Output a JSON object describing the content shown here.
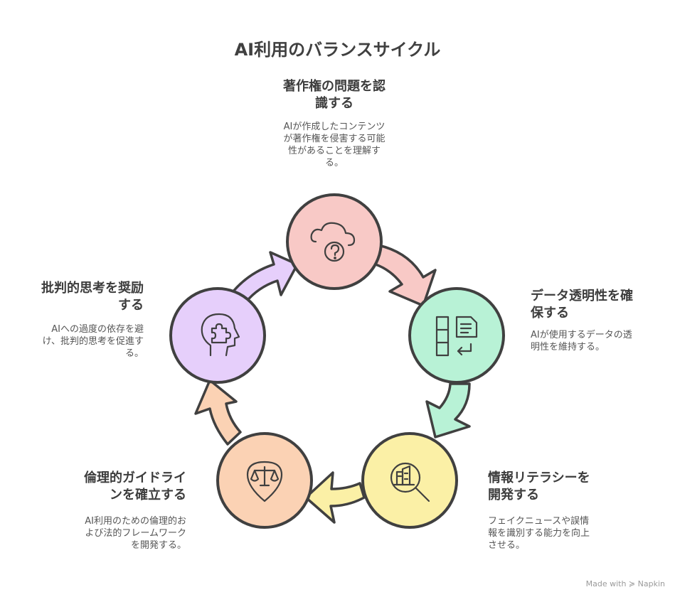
{
  "title": "AI利用のバランスサイクル",
  "steps": [
    {
      "title_lines": [
        "著作権の問題を認",
        "識する"
      ],
      "desc_lines": [
        "AIが作成したコンテンツ",
        "が著作権を侵害する可能",
        "性があることを理解す",
        "る。"
      ],
      "icon": "cloud-question-icon",
      "color": "#f8c9c6"
    },
    {
      "title_lines": [
        "データ透明性を確",
        "保する"
      ],
      "desc_lines": [
        "AIが使用するデータの透",
        "明性を維持する。"
      ],
      "icon": "document-layout-icon",
      "color": "#b8f2d6"
    },
    {
      "title_lines": [
        "情報リテラシーを",
        "開発する"
      ],
      "desc_lines": [
        "フェイクニュースや誤情",
        "報を識別する能力を向上",
        "させる。"
      ],
      "icon": "search-building-icon",
      "color": "#fbf0a6"
    },
    {
      "title_lines": [
        "倫理的ガイドライ",
        "ンを確立する"
      ],
      "desc_lines": [
        "AI利用のための倫理的お",
        "よび法的フレームワーク",
        "を開発する。"
      ],
      "icon": "scale-pin-icon",
      "color": "#fbd2b4"
    },
    {
      "title_lines": [
        "批判的思考を奨励",
        "する"
      ],
      "desc_lines": [
        "AIへの過度の依存を避",
        "け、批判的思考を促進す",
        "る。"
      ],
      "icon": "head-puzzle-icon",
      "color": "#e6cffb"
    }
  ],
  "footer": "Made with ≽ Napkin"
}
